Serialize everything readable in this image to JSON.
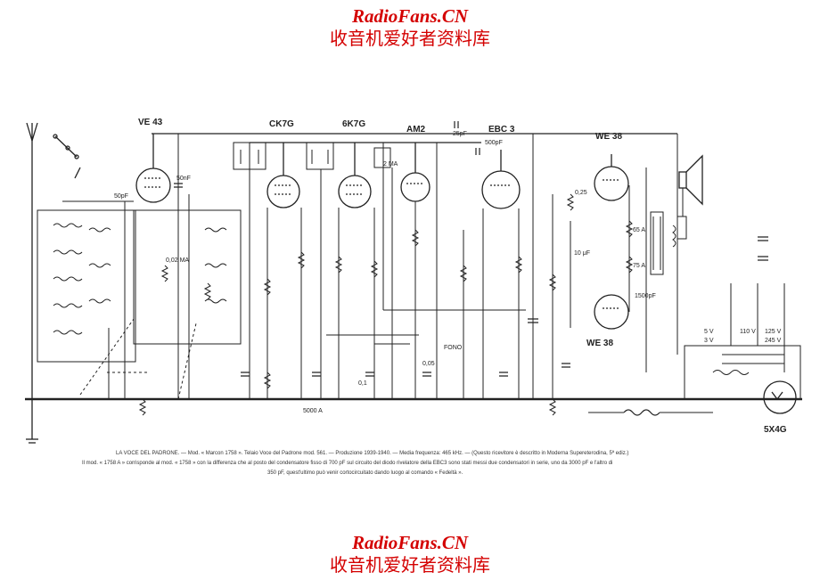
{
  "watermark": {
    "site": "RadioFans.CN",
    "chinese": "收音机爱好者资料库",
    "color": "#d40000"
  },
  "tubes": [
    {
      "id": "ve43",
      "label": "VE 43"
    },
    {
      "id": "ck7g",
      "label": "CK7G"
    },
    {
      "id": "6k7g",
      "label": "6K7G"
    },
    {
      "id": "am2",
      "label": "AM2"
    },
    {
      "id": "ebc3",
      "label": "EBC 3"
    },
    {
      "id": "we38a",
      "label": "WE 38"
    },
    {
      "id": "we38b",
      "label": "WE 38"
    },
    {
      "id": "rect",
      "label": "5X4G"
    }
  ],
  "component_labels": {
    "c50pf_a": "50pF",
    "c25pf": "25pF",
    "c500pf": "500pF",
    "r2ma": "2 MA",
    "c50nf": "50nF",
    "c0_1": "0,1",
    "r0_25": "0,25",
    "r002": "0,02 MA",
    "r65a": "65 A",
    "r75a": "75 A",
    "c10uf": "10 μF",
    "c1500pf": "1500pF",
    "v5v": "5 V",
    "v3v": "3 V",
    "v110": "110 V",
    "v125": "125 V",
    "v245": "245 V",
    "r5000": "5000 A",
    "fono": "FONO",
    "r0_05": "0,05"
  },
  "caption": {
    "line1": "LA VOCE DEL PADRONE. — Mod. « Marcon 1758 ». Telaio Voce del Padrone mod. 561. — Produzione 1939-1940. — Media frequenza: 465 kHz. — (Questo ricevitore è descritto in Moderna Supereterodina, 5ª ediz.)",
    "line2": "Il mod. « 1758 A » corrisponde al mod. « 1758 » con la differenza che al posto del condensatore fisso di 700 pF sul circuito del diodo rivelatore della EBC3 sono stati messi due condensatori in serie, uno da 3000 pF e l'altro di",
    "line3": "350 pF, quest'ultimo può venir cortocircuitato dando luogo al comando « Fedeltà »."
  }
}
